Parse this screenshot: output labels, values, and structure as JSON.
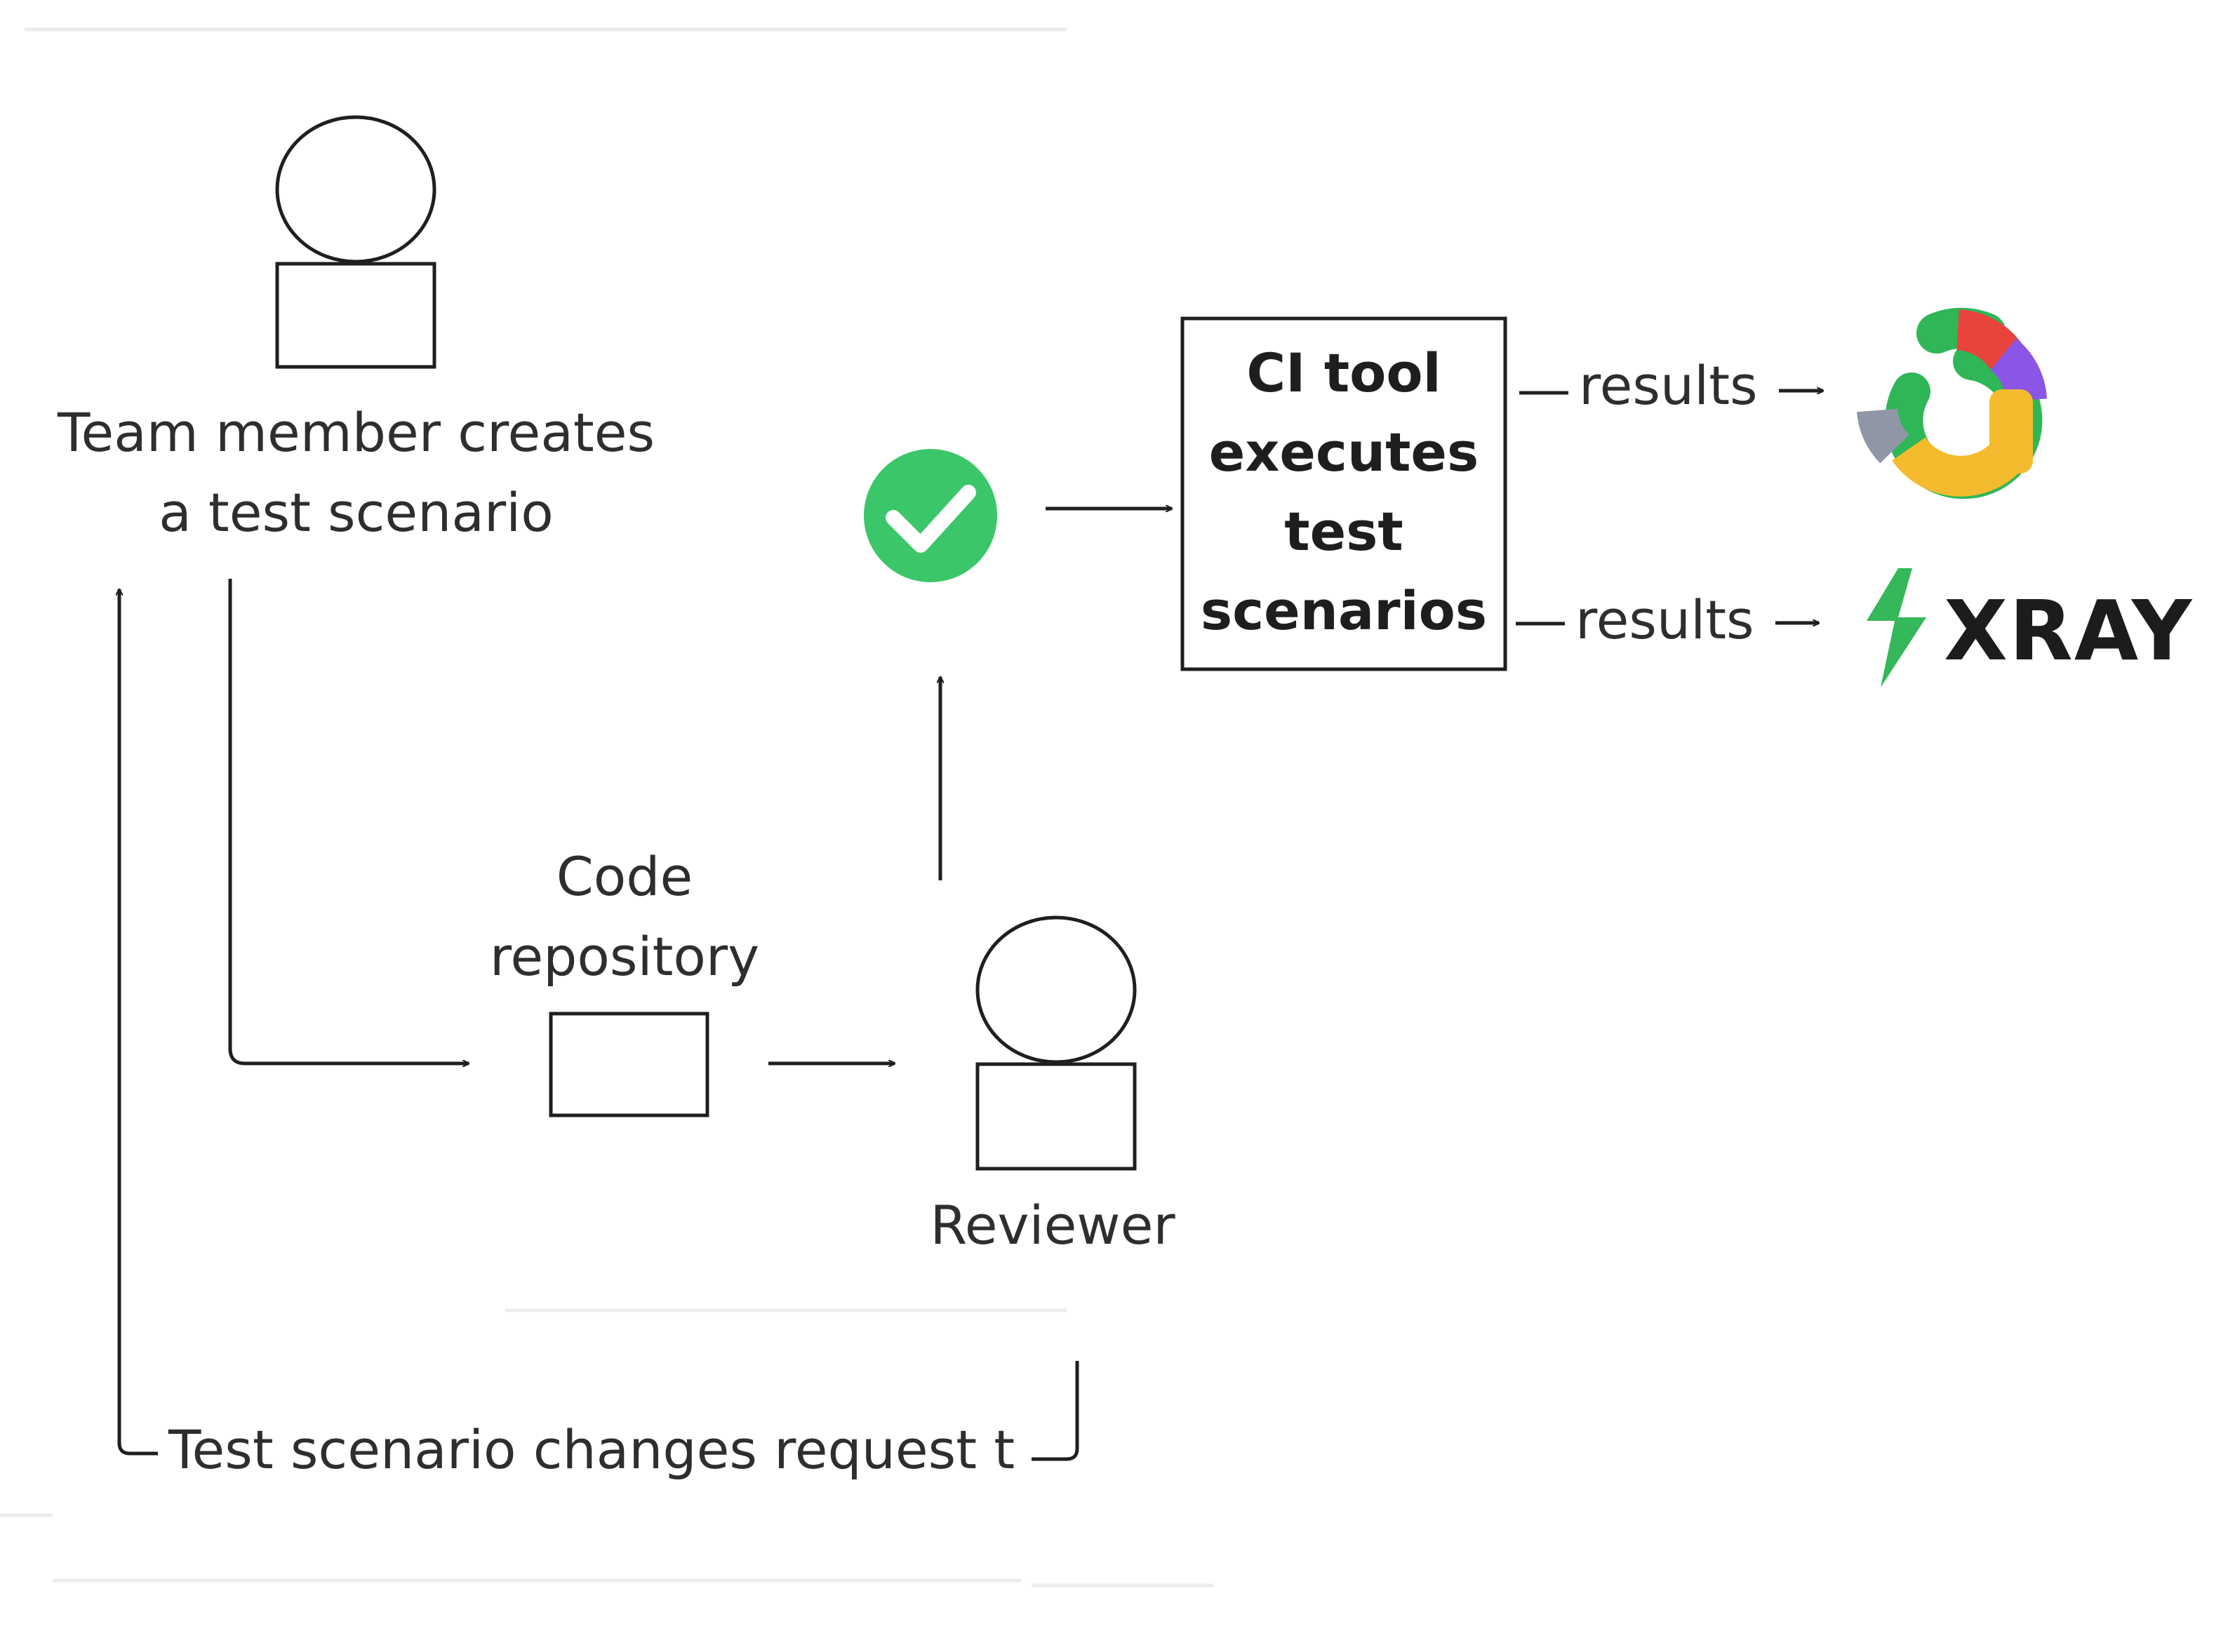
{
  "actors": {
    "team_member": {
      "label_line1": "Team member creates",
      "label_line2": "a test scenario"
    },
    "reviewer": {
      "label": "Reviewer"
    }
  },
  "repository": {
    "label_line1": "Code",
    "label_line2": "repository"
  },
  "ci_tool": {
    "line1": "CI tool",
    "line2": "executes",
    "line3": "test",
    "line4": "scenarios"
  },
  "outputs": {
    "results_top": "results",
    "results_bottom": "results",
    "xray_name": "XRAY"
  },
  "feedback": {
    "label": "Test scenario changes request t"
  },
  "colors": {
    "check_green": "#3cc66a",
    "xray_green": "#35b85a",
    "ring_green": "#2fb657",
    "ring_red": "#e8433c",
    "ring_purple": "#8b55e6",
    "ring_yellow": "#f4bb2e",
    "ring_grey": "#8f97a6"
  },
  "icons": [
    "person-icon",
    "check-circle-icon",
    "ring-logo-icon",
    "xray-bolt-icon",
    "repository-box-icon"
  ]
}
